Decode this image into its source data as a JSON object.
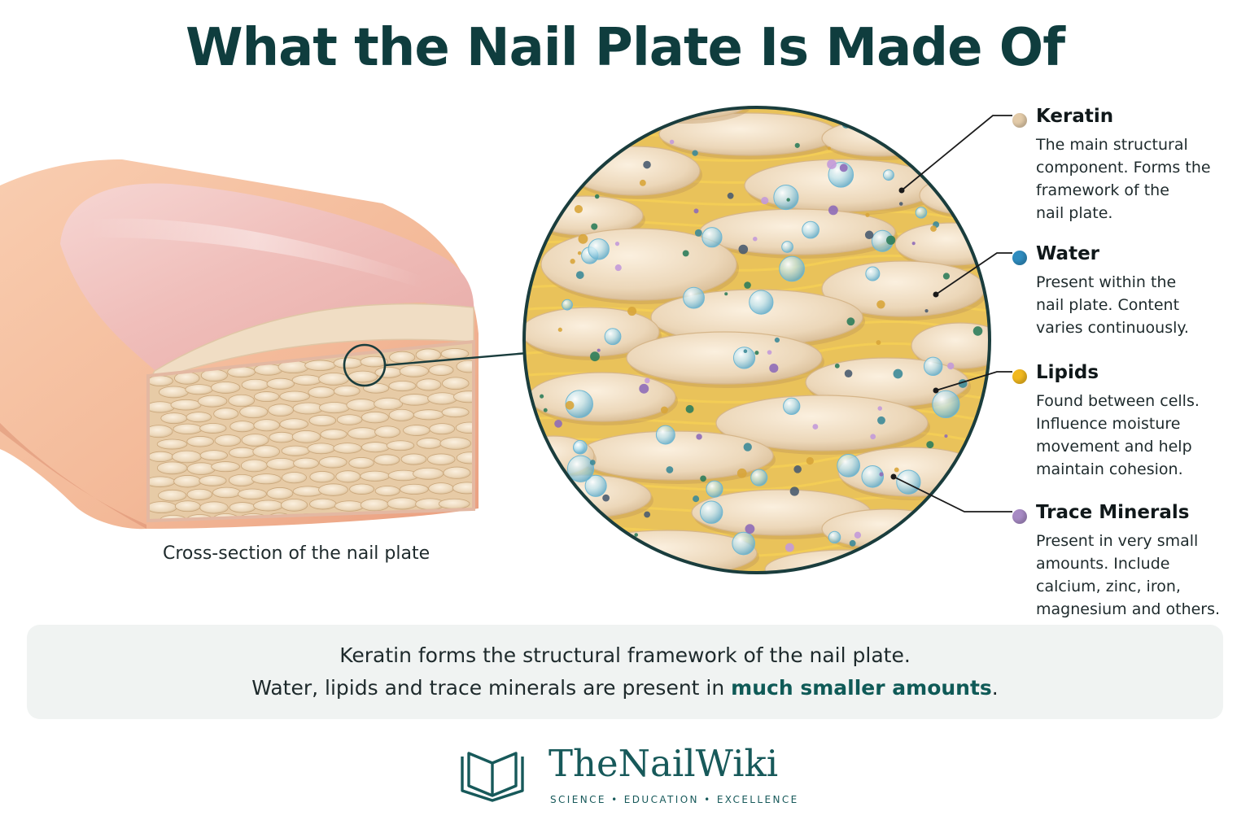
{
  "title": "What the Nail Plate Is Made Of",
  "cross_section_caption": "Cross-section of the nail plate",
  "components": [
    {
      "name": "Keratin",
      "description": "The main structural\ncomponent. Forms the\nframework of the\nnail plate.",
      "color": "#e3cba9"
    },
    {
      "name": "Water",
      "description": "Present within the\nnail plate. Content\nvaries continuously.",
      "color": "#2f8cbf"
    },
    {
      "name": "Lipids",
      "description": "Found between cells.\nInfluence moisture\nmovement and help\nmaintain cohesion.",
      "color": "#f1b81f"
    },
    {
      "name": "Trace Minerals",
      "description": "Present in very small\namounts. Include\ncalcium, zinc, iron,\nmagnesium and others.",
      "color": "#a78ac4"
    }
  ],
  "summary": {
    "line1": "Keratin forms the structural framework of the nail plate.",
    "line2_prefix": "Water, lipids and trace minerals are present in ",
    "line2_emphasis": "much smaller amounts",
    "line2_suffix": "."
  },
  "brand": {
    "name": "TheNailWiki",
    "tagline": "SCIENCE • EDUCATION • EXCELLENCE",
    "color": "#17595a"
  }
}
